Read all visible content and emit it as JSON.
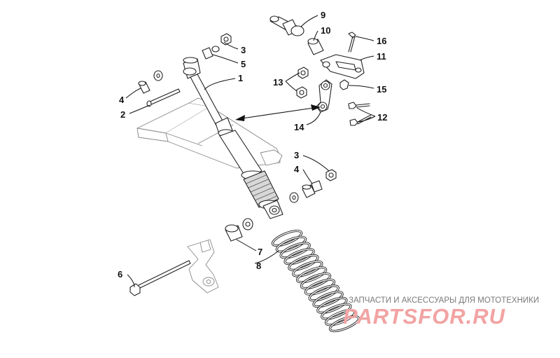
{
  "callouts": [
    {
      "id": "1",
      "text": "1"
    },
    {
      "id": "2",
      "text": "2"
    },
    {
      "id": "3a",
      "text": "3"
    },
    {
      "id": "3b",
      "text": "3"
    },
    {
      "id": "4a",
      "text": "4"
    },
    {
      "id": "4b",
      "text": "4"
    },
    {
      "id": "5",
      "text": "5"
    },
    {
      "id": "6",
      "text": "6"
    },
    {
      "id": "7",
      "text": "7"
    },
    {
      "id": "8",
      "text": "8"
    },
    {
      "id": "9",
      "text": "9"
    },
    {
      "id": "10",
      "text": "10"
    },
    {
      "id": "11",
      "text": "11"
    },
    {
      "id": "12",
      "text": "12"
    },
    {
      "id": "13",
      "text": "13"
    },
    {
      "id": "14",
      "text": "14"
    },
    {
      "id": "15",
      "text": "15"
    },
    {
      "id": "16",
      "text": "16"
    }
  ],
  "watermark": {
    "tagline": "ЗАПЧАСТИ И АКСЕССУАРЫ ДЛЯ МОТОТЕХНИКИ",
    "logo": "PARTSFOR.RU"
  }
}
